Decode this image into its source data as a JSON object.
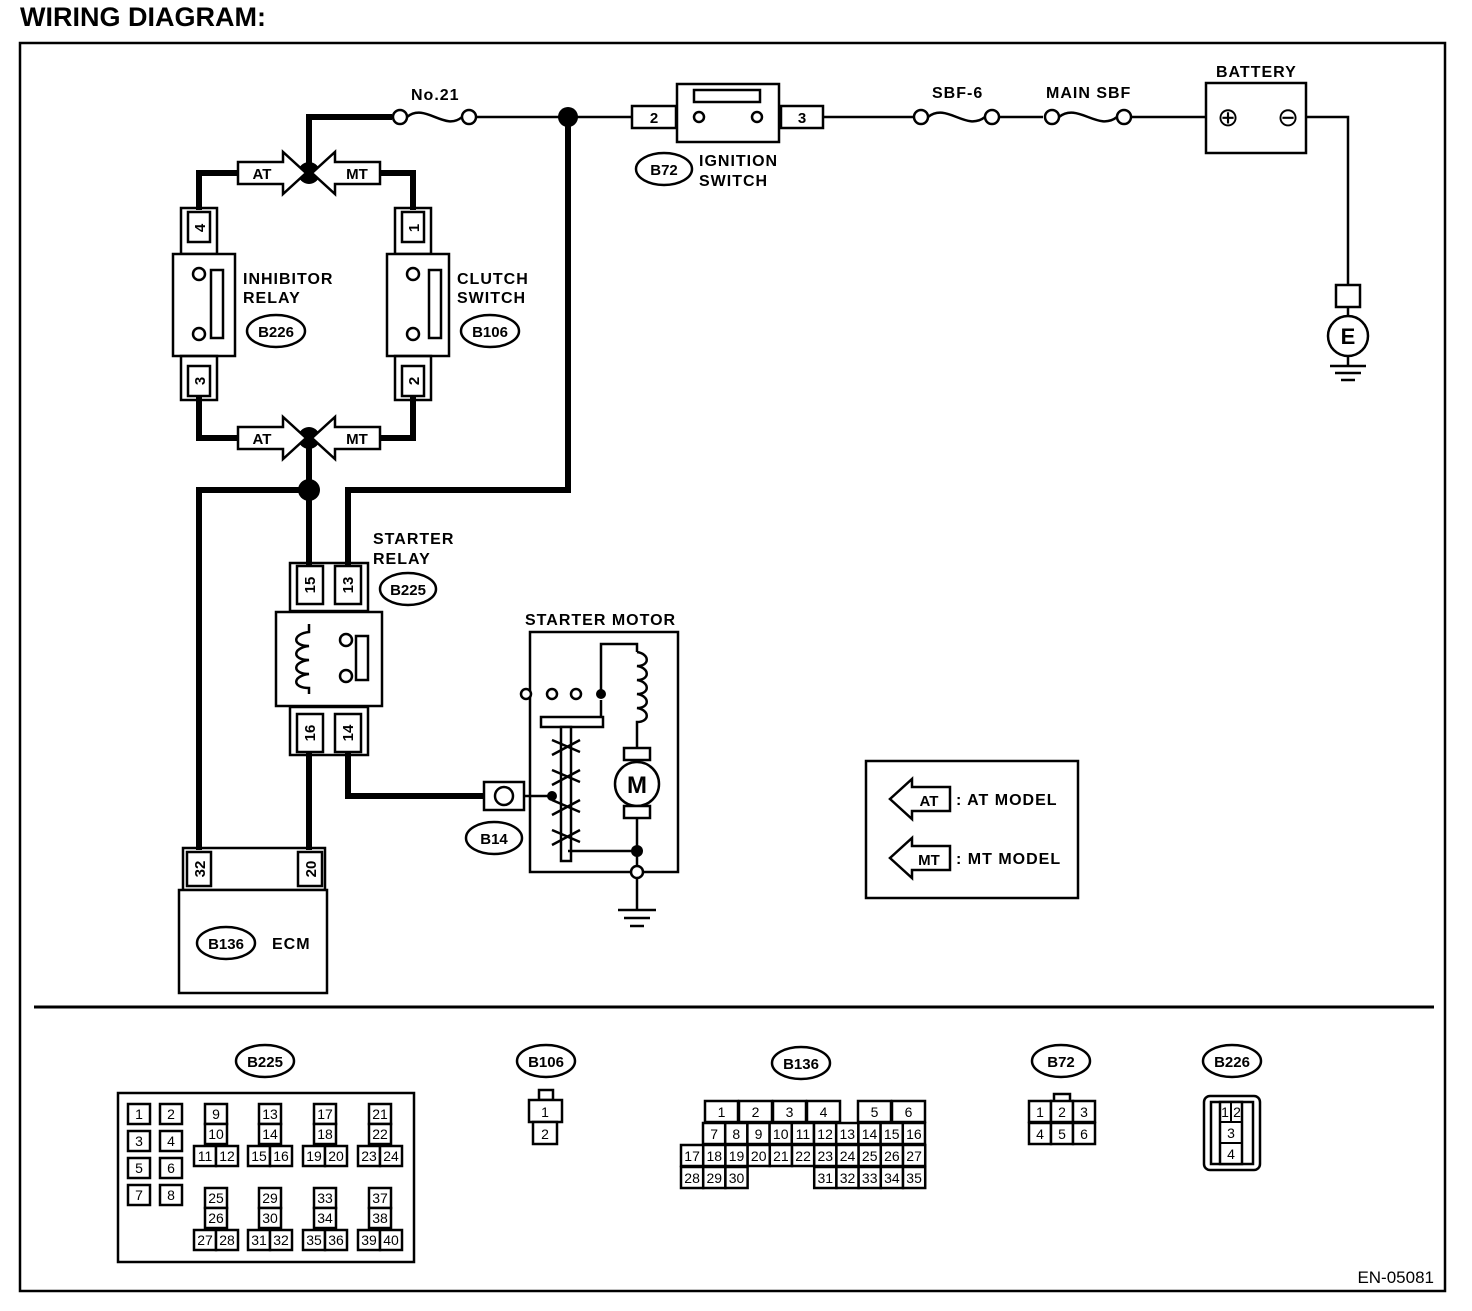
{
  "title": "WIRING DIAGRAM:",
  "doc_code": "EN-05081",
  "colors": {
    "ink": "#000000",
    "paper": "#ffffff"
  },
  "components": {
    "fuse_no21": "No.21",
    "ignition_switch": {
      "line1": "IGNITION",
      "line2": "SWITCH",
      "connector": "B72",
      "pin_left": "2",
      "pin_right": "3"
    },
    "sbf6": "SBF-6",
    "main_sbf": "MAIN SBF",
    "battery": {
      "label": "BATTERY",
      "plus": "⊕",
      "minus": "⊖"
    },
    "ground_e": "E",
    "inhibitor_relay": {
      "line1": "INHIBITOR",
      "line2": "RELAY",
      "connector": "B226",
      "pin_top": "4",
      "pin_bottom": "3"
    },
    "clutch_switch": {
      "line1": "CLUTCH",
      "line2": "SWITCH",
      "connector": "B106",
      "pin_top": "1",
      "pin_bottom": "2"
    },
    "arrows": {
      "at": "AT",
      "mt": "MT"
    },
    "starter_relay": {
      "line1": "STARTER",
      "line2": "RELAY",
      "connector": "B225",
      "pin15": "15",
      "pin13": "13",
      "pin16": "16",
      "pin14": "14"
    },
    "starter_motor": {
      "label": "STARTER MOTOR",
      "motor": "M",
      "connector": "B14"
    },
    "ecm": {
      "label": "ECM",
      "connector": "B136",
      "pin32": "32",
      "pin20": "20"
    }
  },
  "legend": {
    "at_tag": "AT",
    "at_text": ": AT MODEL",
    "mt_tag": "MT",
    "mt_text": ": MT MODEL"
  },
  "connectors": {
    "b225": {
      "label": "B225",
      "groups": [
        [
          "1",
          "2",
          "3",
          "4",
          "5",
          "6",
          "7",
          "8"
        ],
        [
          "9",
          "10",
          "11",
          "12"
        ],
        [
          "13",
          "14",
          "15",
          "16"
        ],
        [
          "17",
          "18",
          "19",
          "20"
        ],
        [
          "21",
          "22",
          "23",
          "24"
        ],
        [
          "25",
          "26",
          "27",
          "28"
        ],
        [
          "29",
          "30",
          "31",
          "32"
        ],
        [
          "33",
          "34",
          "35",
          "36"
        ],
        [
          "37",
          "38",
          "39",
          "40"
        ]
      ]
    },
    "b106": {
      "label": "B106",
      "pins": [
        "1",
        "2"
      ]
    },
    "b136": {
      "label": "B136",
      "row1": [
        "1",
        "2",
        "3",
        "4",
        "5",
        "6"
      ],
      "row2": [
        "7",
        "8",
        "9",
        "10",
        "11",
        "12",
        "13",
        "14",
        "15",
        "16"
      ],
      "row3": [
        "17",
        "18",
        "19",
        "20",
        "21",
        "22",
        "23",
        "24",
        "25",
        "26",
        "27"
      ],
      "row4": [
        "28",
        "29",
        "30",
        "31",
        "32",
        "33",
        "34",
        "35"
      ]
    },
    "b72": {
      "label": "B72",
      "pins": [
        "1",
        "2",
        "3",
        "4",
        "5",
        "6"
      ]
    },
    "b226": {
      "label": "B226",
      "pins": [
        "1",
        "2",
        "3",
        "4"
      ]
    }
  }
}
